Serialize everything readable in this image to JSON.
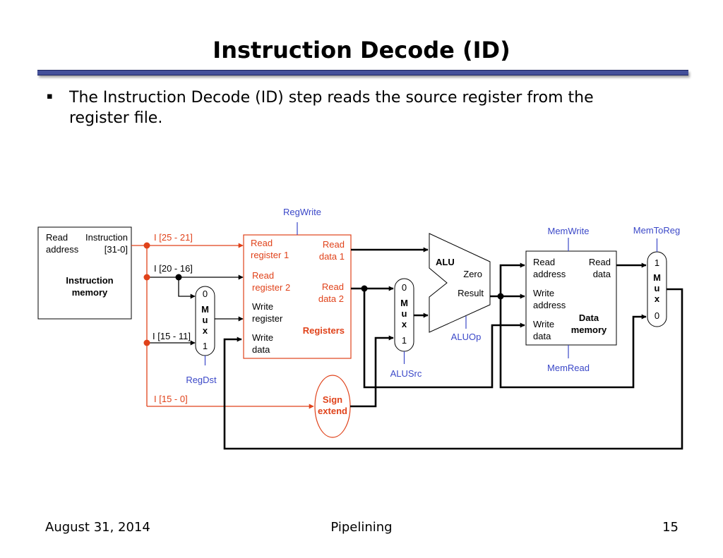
{
  "slide": {
    "title": "Instruction Decode (ID)",
    "bullet": "The Instruction Decode (ID) step reads the source register from the register file.",
    "bullet_marker": "▪"
  },
  "footer": {
    "date": "August 31, 2014",
    "topic": "Pipelining",
    "page": "15"
  },
  "diagram": {
    "instruction_memory": {
      "read": "Read",
      "address": "address",
      "instruction": "Instruction",
      "bits": "[31-0]",
      "name_line1": "Instruction",
      "name_line2": "memory"
    },
    "fields": {
      "rs": "I [25 - 21]",
      "rt": "I [20 - 16]",
      "rd": "I [15 - 11]",
      "imm": "I [15 - 0]"
    },
    "regdst_mux": {
      "in0": "0",
      "m": "M",
      "u": "u",
      "x": "x",
      "in1": "1",
      "control": "RegDst"
    },
    "registers": {
      "read_register_1_a": "Read",
      "read_register_1_b": "register 1",
      "read_register_2_a": "Read",
      "read_register_2_b": "register 2",
      "write_register_a": "Write",
      "write_register_b": "register",
      "write_data_a": "Write",
      "write_data_b": "data",
      "read_data_1_a": "Read",
      "read_data_1_b": "data 1",
      "read_data_2_a": "Read",
      "read_data_2_b": "data 2",
      "name": "Registers",
      "control": "RegWrite"
    },
    "sign_extend": {
      "line1": "Sign",
      "line2": "extend"
    },
    "alusrc_mux": {
      "in0": "0",
      "m": "M",
      "u": "u",
      "x": "x",
      "in1": "1",
      "control": "ALUSrc"
    },
    "alu": {
      "name": "ALU",
      "zero": "Zero",
      "result": "Result",
      "control": "ALUOp"
    },
    "data_memory": {
      "read_address_a": "Read",
      "read_address_b": "address",
      "write_address_a": "Write",
      "write_address_b": "address",
      "write_data_a": "Write",
      "write_data_b": "data",
      "read_data_a": "Read",
      "read_data_b": "data",
      "name_line1": "Data",
      "name_line2": "memory",
      "control_write": "MemWrite",
      "control_read": "MemRead"
    },
    "memtoreg_mux": {
      "in1": "1",
      "m": "M",
      "u": "u",
      "x": "x",
      "in0": "0",
      "control": "MemToReg"
    },
    "colors": {
      "active": "#e0421a",
      "control": "#3b48c8",
      "wire": "#000000",
      "title_rule": "#44509a"
    }
  }
}
